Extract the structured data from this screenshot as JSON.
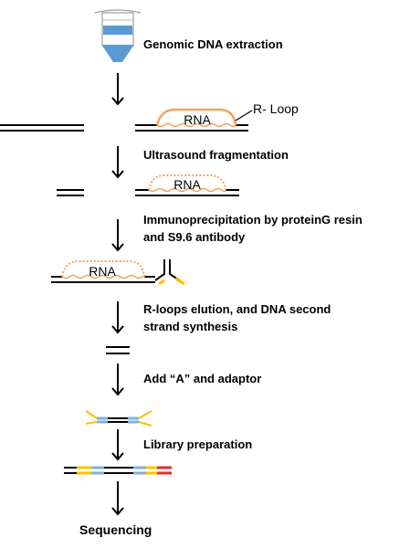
{
  "colors": {
    "tube_blue": "#5b9bd5",
    "rna_orange": "#f4a460",
    "dna_black": "#000000",
    "adaptor_yellow": "#ffc000",
    "adaptor_red": "#e03030",
    "adaptor_light_blue": "#7fb0dc"
  },
  "icons": [
    "centrifuge-tube-icon",
    "down-arrow-icon",
    "antibody-icon"
  ],
  "steps": [
    {
      "label": "Genomic DNA extraction"
    },
    {
      "label": "Ultrasound fragmentation"
    },
    {
      "label_line1": "Immunoprecipitation by proteinG resin",
      "label_line2": "and S9.6 antibody"
    },
    {
      "label_line1": "R-loops elution, and DNA second",
      "label_line2": "strand synthesis"
    },
    {
      "label": "Add “A” and adaptor"
    },
    {
      "label": "Library preparation"
    }
  ],
  "rna_label": "RNA",
  "rloop_label": "R- Loop",
  "final_label": "Sequencing"
}
